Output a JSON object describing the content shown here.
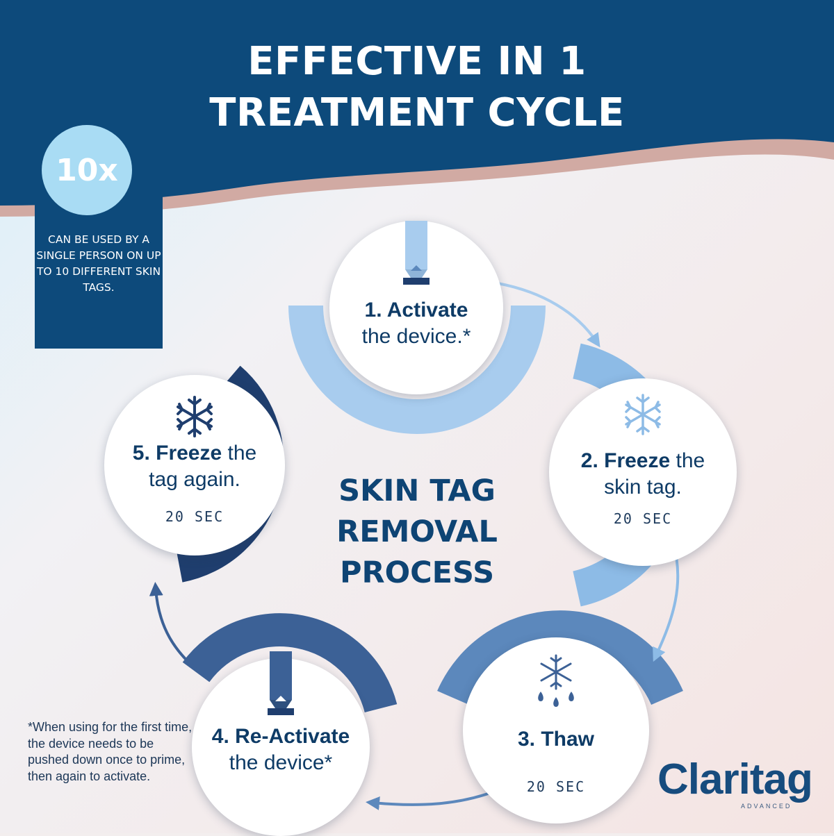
{
  "header": {
    "title_line1": "EFFECTIVE IN 1",
    "title_line2": "TREATMENT CYCLE"
  },
  "badge": {
    "value": "10x",
    "text": "CAN BE USED BY A SINGLE PERSON ON UP TO 10 DIFFERENT SKIN TAGS."
  },
  "center": {
    "line1": "SKIN TAG",
    "line2": "REMOVAL",
    "line3": "PROCESS"
  },
  "steps": [
    {
      "bold": "1. Activate",
      "rest": "the device.*",
      "icon": "device-icon"
    },
    {
      "bold": "2. Freeze",
      "rest_a": " the",
      "rest_b": "skin tag.",
      "timer": "20 SEC",
      "icon": "snowflake-icon"
    },
    {
      "bold": "3.  Thaw",
      "timer": "20 SEC",
      "icon": "thaw-icon"
    },
    {
      "bold": "4. Re-Activate",
      "rest": "the device*",
      "icon": "device-icon"
    },
    {
      "bold": "5. Freeze",
      "rest_a": " the",
      "rest_b": "tag again.",
      "timer": "20 SEC",
      "icon": "snowflake-icon"
    }
  ],
  "footnote": "*When using for the first time, the device needs to be pushed down once to prime, then again to activate.",
  "brand": {
    "name": "Claritag",
    "sub": "ADVANCED"
  },
  "colors": {
    "navy": "#0d4a7b",
    "light_blue": "#a9dcf4",
    "step1_arc": "#a8ccee",
    "step2_arc": "#8dbbe6",
    "step3_arc": "#5c88bc",
    "step4_arc": "#3c6196",
    "step5_arc": "#1f3e6e",
    "rose": "#cfa9a2"
  }
}
